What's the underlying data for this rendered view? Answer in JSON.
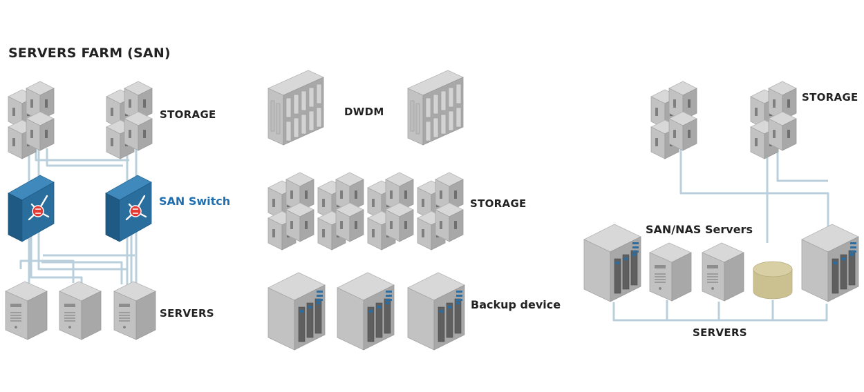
{
  "title": "SERVERS FARM (SAN)",
  "labels": {
    "storage_left": "STORAGE",
    "san_switch": "SAN Switch",
    "servers_left": "SERVERS",
    "dwdm": "DWDM",
    "storage_mid": "STORAGE",
    "backup": "Backup device",
    "storage_right": "STORAGE",
    "san_nas": "SAN/NAS Servers",
    "servers_right": "SERVERS"
  },
  "colors": {
    "accent": "#1f6fb0",
    "link": "#b9cfdc",
    "device_light": "#d8d8d8",
    "device_mid": "#c2c2c2",
    "device_dark": "#a8a8a8",
    "switch_blue": "#2a6e9e",
    "switch_red": "#e53935",
    "disk_tan": "#d8cfa4"
  },
  "icons": [
    "storage-array-icon",
    "dwdm-chassis-icon",
    "san-switch-icon",
    "tower-server-icon",
    "rack-server-icon",
    "disk-storage-icon"
  ]
}
